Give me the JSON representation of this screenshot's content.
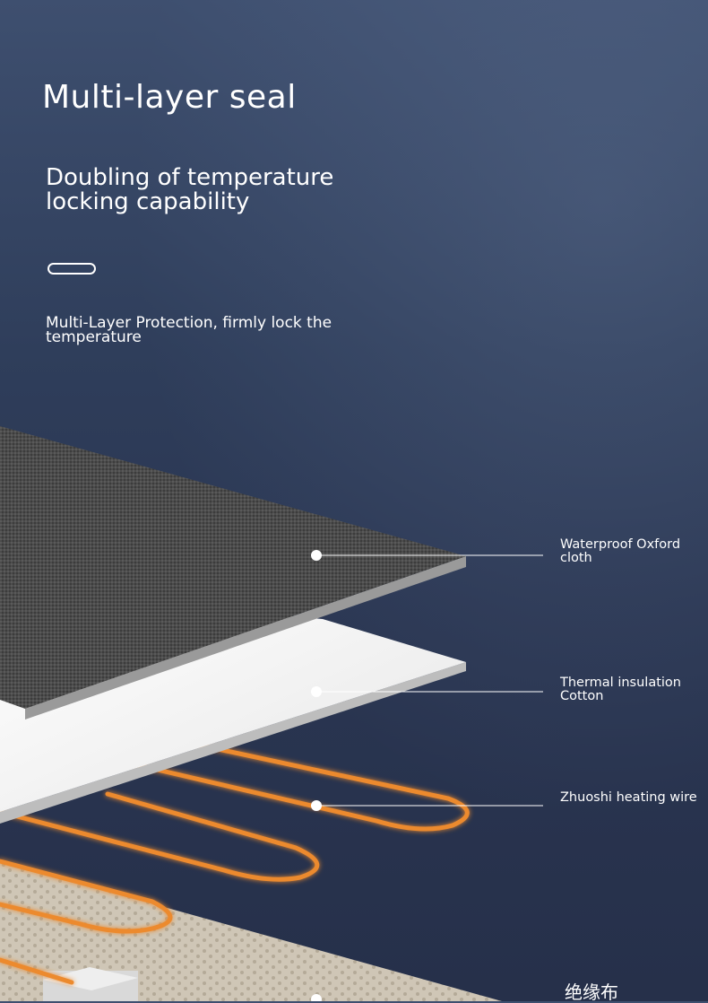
{
  "header": {
    "title": "Multi-layer seal",
    "subtitle": "Doubling of temperature locking capability",
    "description": "Multi-Layer Protection, firmly lock the temperature"
  },
  "layers": [
    {
      "label": "Waterproof Oxford cloth"
    },
    {
      "label": "Thermal insulation Cotton"
    },
    {
      "label": "Zhuoshi heating wire"
    },
    {
      "label": "绝缘布"
    }
  ],
  "colors": {
    "background": "#2f3e5b",
    "oxford_cloth": "#4a4a4a",
    "cotton": "#f4f4f4",
    "heating_wire": "#e8842a",
    "base_fabric": "#c9bfae"
  }
}
